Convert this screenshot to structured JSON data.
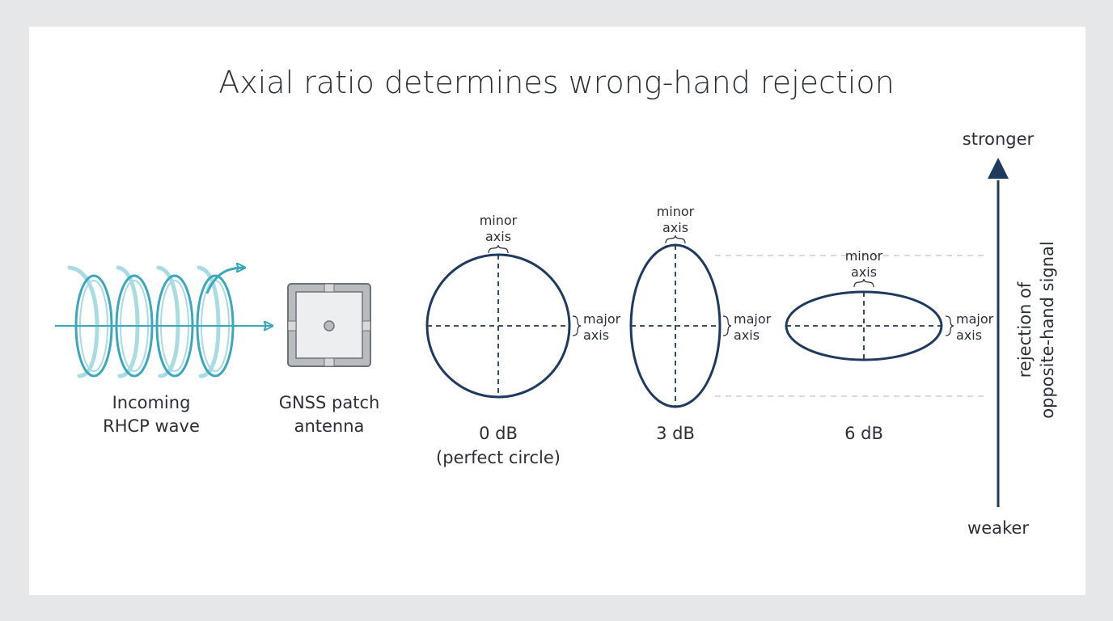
{
  "title": "Axial ratio determines wrong-hand rejection",
  "wave": {
    "line1": "Incoming",
    "line2": "RHCP wave"
  },
  "antenna": {
    "line1": "GNSS patch",
    "line2": "antenna"
  },
  "axis_labels": {
    "minor_line1": "minor",
    "minor_line2": "axis",
    "major_line1": "major",
    "major_line2": "axis"
  },
  "ellipses": [
    {
      "ratio_label": "0 dB",
      "note": "(perfect circle)"
    },
    {
      "ratio_label": "3 dB",
      "note": ""
    },
    {
      "ratio_label": "6 dB",
      "note": ""
    }
  ],
  "rejection_axis": {
    "top": "stronger",
    "bottom": "weaker",
    "label_line1": "rejection of",
    "label_line2": "opposite-hand signal"
  },
  "colors": {
    "navy": "#1f3a5f",
    "teal": "#3aa8bb",
    "teal_light": "#a9dbe3",
    "dash_gray": "#c9ced4",
    "patch_gray": "#b9bcbf"
  }
}
